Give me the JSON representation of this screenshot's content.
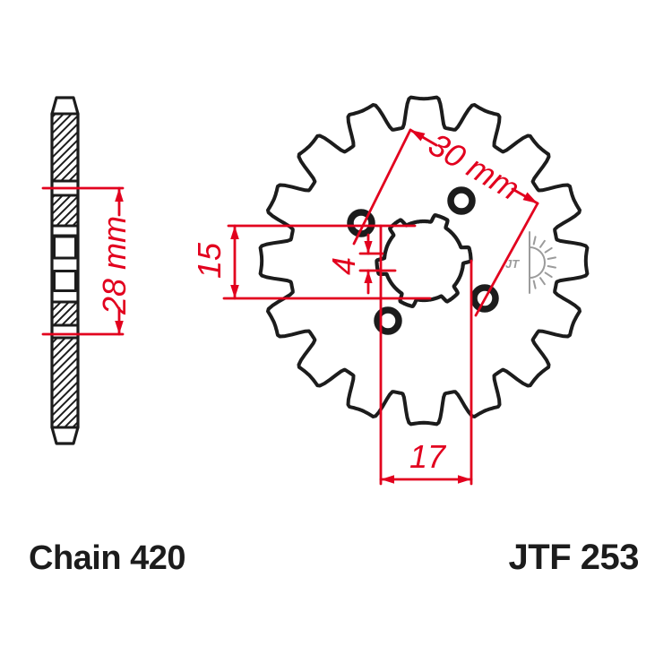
{
  "labels": {
    "chain": "Chain 420",
    "part_number": "JTF 253"
  },
  "dimensions": {
    "hub_width": "28 mm",
    "tooth_span": "15",
    "spline_depth": "4",
    "bore_diameter": "17",
    "hole_spacing": "30 mm"
  },
  "logo": {
    "maker": "JT"
  },
  "colors": {
    "dimension_red": "#e2001e",
    "line_black": "#1c1c1c",
    "logo_gray": "#9b9b9b",
    "background": "#ffffff"
  },
  "drawing": {
    "teeth": 16,
    "bolt_holes": 4,
    "spline_tabs": 6
  }
}
